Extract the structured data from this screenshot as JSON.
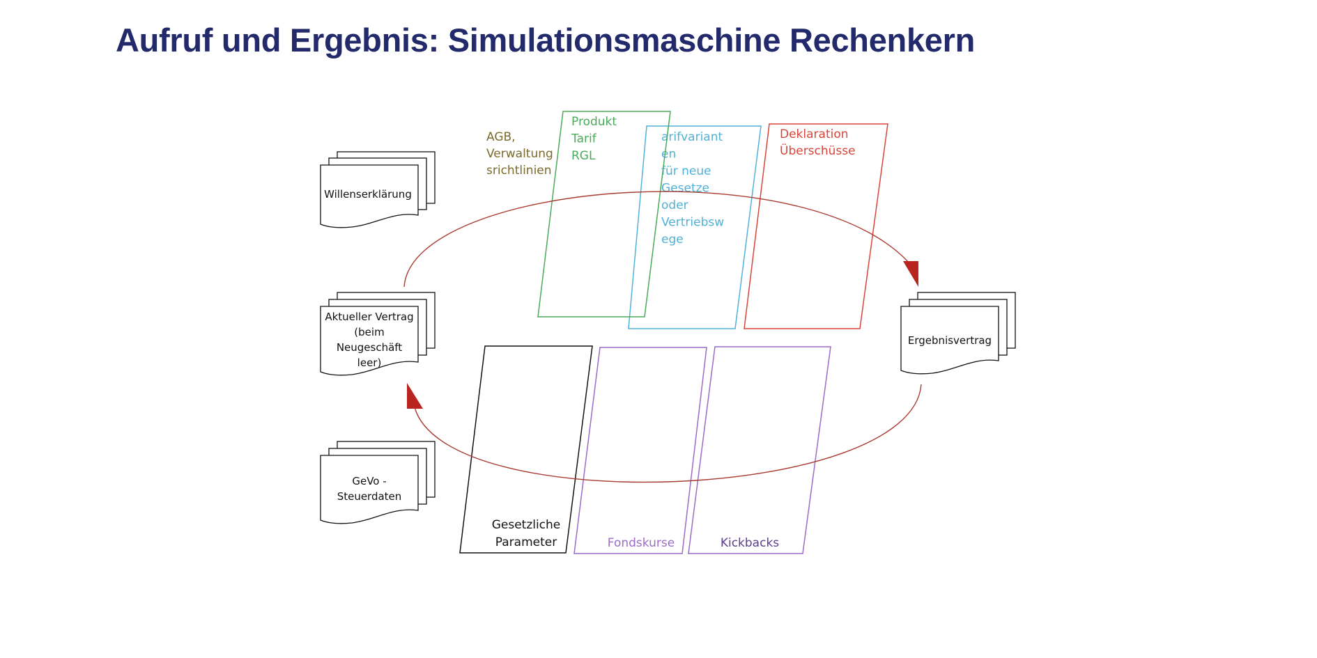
{
  "title": "Aufruf und Ergebnis: Simulationsmaschine Rechenkern",
  "colors": {
    "title": "#232a6b",
    "agb": "#7b6a2c",
    "produkt": "#4aaa5a",
    "tarif": "#4fb1d8",
    "deklaration": "#d9443a",
    "fonds": "#9b6bc7",
    "kickbacks": "#5e3c8e",
    "black": "#111111",
    "arrow": "#b8241e",
    "cycle": "#a83a30"
  },
  "documents": {
    "willenserklaerung": [
      "Willenserklärung"
    ],
    "aktueller_vertrag": [
      "Aktueller Vertrag",
      "(beim",
      "Neugeschäft",
      "leer)"
    ],
    "gevo": [
      "GeVo -",
      "Steuerdaten"
    ],
    "ergebnisvertrag": [
      "Ergebnisvertrag"
    ]
  },
  "panels": {
    "agb": [
      "AGB,",
      "Verwaltung",
      "srichtlinien"
    ],
    "produkt": [
      "Produkt",
      "Tarif",
      "RGL"
    ],
    "tarifvarianten": [
      "arifvariant",
      "en",
      "",
      "für neue",
      "Gesetze",
      "oder",
      "Vertriebsw",
      "ege"
    ],
    "deklaration": [
      "Deklaration",
      "Überschüsse"
    ],
    "gesetzliche": [
      "Gesetzliche",
      "Parameter"
    ],
    "fondskurse": [
      "Fondskurse"
    ],
    "kickbacks": [
      "Kickbacks"
    ]
  }
}
